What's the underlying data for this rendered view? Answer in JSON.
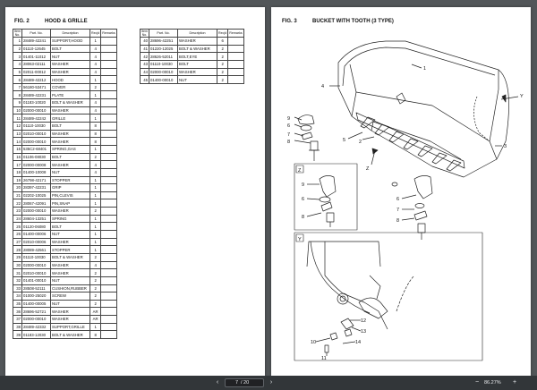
{
  "left_page": {
    "fig_num": "FIG. 2",
    "fig_title": "HOOD & GRILLE",
    "headers": [
      "Item No.",
      "Part. No.",
      "Description",
      "Req'd",
      "Remarks"
    ],
    "rows_left": [
      [
        "1",
        "28489-42241",
        "SUPPORT,HOOD",
        "1",
        ""
      ],
      [
        "2",
        "01110-12645",
        "BOLT",
        "4",
        ""
      ],
      [
        "3",
        "01401-11012",
        "NUT",
        "4",
        ""
      ],
      [
        "4",
        "28063-02111",
        "WASHER",
        "4",
        ""
      ],
      [
        "5",
        "02011-00012",
        "WASHER",
        "4",
        ""
      ],
      [
        "6",
        "28489-42212",
        "HOOD",
        "1",
        ""
      ],
      [
        "7",
        "56180-53471",
        "COVER",
        "2",
        ""
      ],
      [
        "8",
        "28489-42231",
        "PLATE",
        "1",
        ""
      ],
      [
        "9",
        "01183-10020",
        "BOLT & WASHER",
        "4",
        ""
      ],
      [
        "10",
        "02000-00010",
        "WASHER",
        "4",
        ""
      ],
      [
        "11",
        "28489-42242",
        "GRILLE",
        "1",
        ""
      ],
      [
        "12",
        "01110-10030",
        "BOLT",
        "8",
        ""
      ],
      [
        "13",
        "02010-00010",
        "WASHER",
        "8",
        ""
      ],
      [
        "14",
        "02000-00010",
        "WASHER",
        "8",
        ""
      ],
      [
        "15",
        "535C2-68401",
        "SPRING,GAS",
        "1",
        ""
      ],
      [
        "16",
        "01106-08030",
        "BOLT",
        "2",
        ""
      ],
      [
        "17",
        "02000-00008",
        "WASHER",
        "4",
        ""
      ],
      [
        "18",
        "01400-10008",
        "NUT",
        "4",
        ""
      ],
      [
        "19",
        "26798-42171",
        "STOPPER",
        "1",
        ""
      ],
      [
        "20",
        "28397-42231",
        "GRIP",
        "1",
        ""
      ],
      [
        "21",
        "02202-10025",
        "PIN,CLEVIS",
        "1",
        ""
      ],
      [
        "22",
        "28067-42091",
        "PIN,SNAP",
        "1",
        ""
      ],
      [
        "23",
        "02000-00010",
        "WASHER",
        "2",
        ""
      ],
      [
        "24",
        "28604-13251",
        "SPRING",
        "1",
        ""
      ],
      [
        "25",
        "01120-06080",
        "BOLT",
        "1",
        ""
      ],
      [
        "26",
        "01400-00006",
        "NUT",
        "1",
        ""
      ],
      [
        "27",
        "02010-00006",
        "WASHER",
        "1",
        ""
      ],
      [
        "28",
        "28089-42561",
        "STOPPER",
        "1",
        ""
      ],
      [
        "29",
        "01110-10030",
        "BOLT & WASHER",
        "2",
        ""
      ],
      [
        "30",
        "02000-00010",
        "WASHER",
        "4",
        ""
      ],
      [
        "31",
        "02010-00010",
        "WASHER",
        "2",
        ""
      ],
      [
        "32",
        "01401-00010",
        "NUT",
        "2",
        ""
      ],
      [
        "33",
        "28508-52111",
        "CUSHION,RUBBER",
        "2",
        ""
      ],
      [
        "34",
        "01000-25020",
        "SCREW",
        "2",
        ""
      ],
      [
        "35",
        "01400-00005",
        "NUT",
        "2",
        ""
      ],
      [
        "36",
        "28696-52721",
        "WASHER",
        "AR",
        ""
      ],
      [
        "37",
        "02000-00010",
        "WASHER",
        "AR",
        ""
      ],
      [
        "38",
        "28489-42332",
        "SUPPORT,GRILLE",
        "1",
        ""
      ],
      [
        "39",
        "01183-12030",
        "BOLT & WASHER",
        "8",
        ""
      ]
    ],
    "rows_right": [
      [
        "40",
        "28696-42251",
        "WASHER",
        "6",
        ""
      ],
      [
        "41",
        "01220-12025",
        "BOLT & WASHER",
        "2",
        ""
      ],
      [
        "42",
        "28626-52011",
        "BOLT,EYE",
        "2",
        ""
      ],
      [
        "43",
        "01110-10030",
        "BOLT",
        "2",
        ""
      ],
      [
        "44",
        "02000-00010",
        "WASHER",
        "2",
        ""
      ],
      [
        "45",
        "01400-00010",
        "NUT",
        "2",
        ""
      ]
    ]
  },
  "right_page": {
    "fig_num": "FIG. 3",
    "fig_title": "BUCKET WITH TOOTH (3 TYPE)",
    "callouts": {
      "n1": "1",
      "n2": "2",
      "n3": "3",
      "n4": "4",
      "n5": "5",
      "n6": "6",
      "n7": "7",
      "n8": "8",
      "n9": "9",
      "n10": "10",
      "n11": "11",
      "n12": "12",
      "n13": "13",
      "n14": "14",
      "y": "Y",
      "z": "Z",
      "z_box": "Z",
      "y_box": "Y",
      "z_n6": "6",
      "z_n8": "8",
      "z_n9": "9",
      "r_n6": "6",
      "r_n7": "7",
      "r_n8": "8"
    }
  },
  "toolbar": {
    "current_page": "7",
    "total_pages": "/ 20",
    "zoom": "86.27%",
    "prev_icon": "chevron-left-icon",
    "next_icon": "chevron-right-icon",
    "zoom_out_icon": "minus-icon",
    "zoom_in_icon": "plus-icon"
  }
}
